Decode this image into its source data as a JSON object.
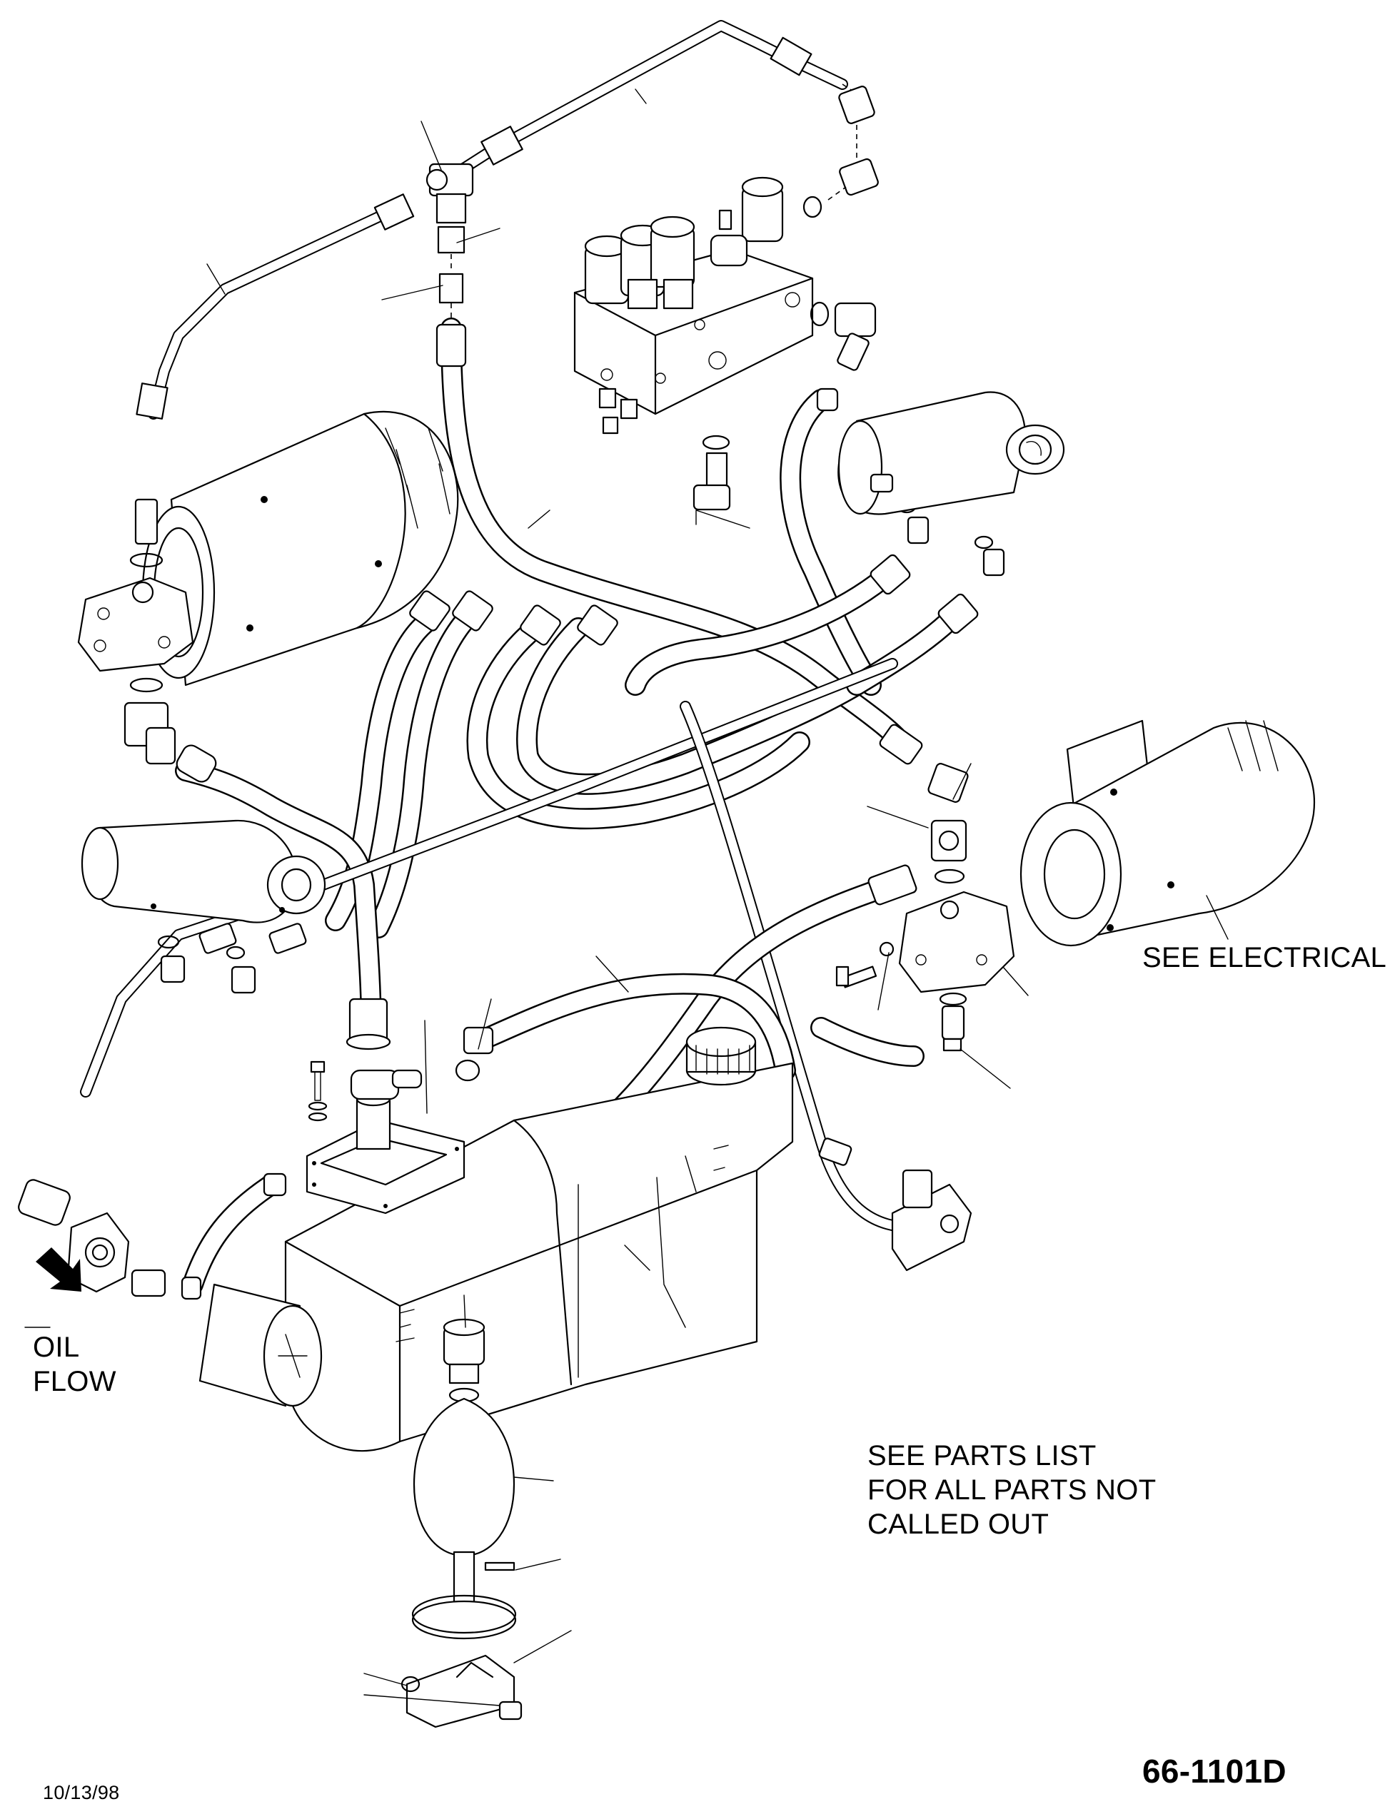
{
  "diagram": {
    "notes": {
      "see_electrical": "SEE ELECTRICAL",
      "oil_flow": [
        "OIL",
        "FLOW"
      ],
      "parts_note": [
        "SEE PARTS LIST",
        "FOR ALL PARTS NOT",
        "CALLED OUT"
      ]
    },
    "title_block": {
      "drawing_number": "66-1101D",
      "date": "10/13/98"
    }
  }
}
